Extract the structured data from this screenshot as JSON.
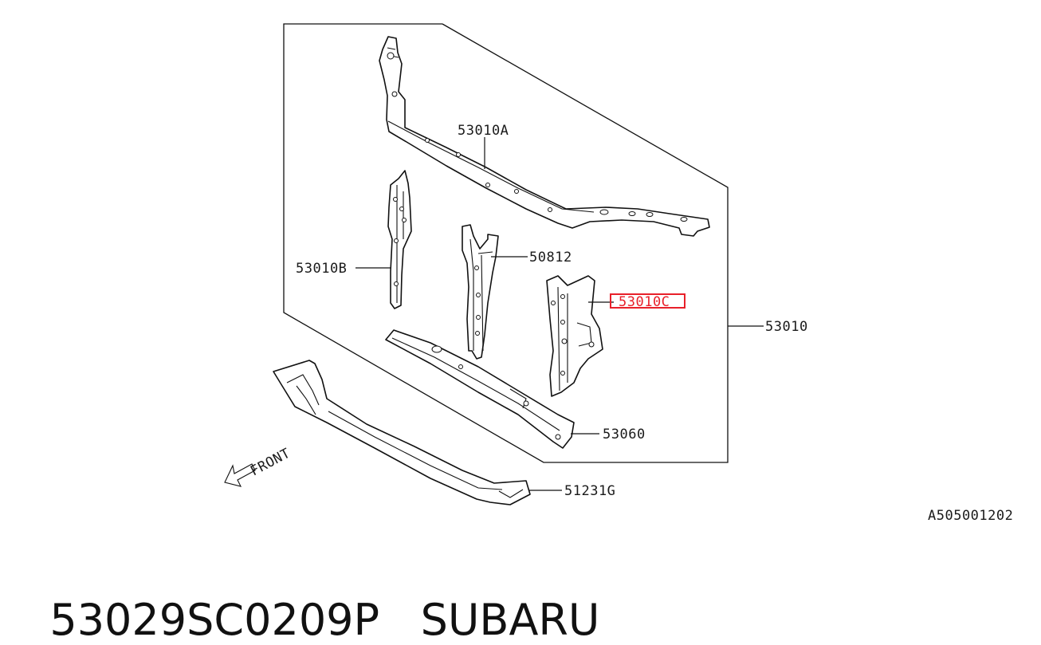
{
  "diagram": {
    "labels": {
      "p53010A": "53010A",
      "p53010B": "53010B",
      "p50812": "50812",
      "p53010C": "53010C",
      "p53010": "53010",
      "p53060": "53060",
      "p51231G": "51231G",
      "front": "FRONT",
      "ref_code": "A505001202"
    },
    "highlight_color": "#e8202a"
  },
  "footer": {
    "part_number": "53029SC0209P",
    "brand": "SUBARU"
  }
}
